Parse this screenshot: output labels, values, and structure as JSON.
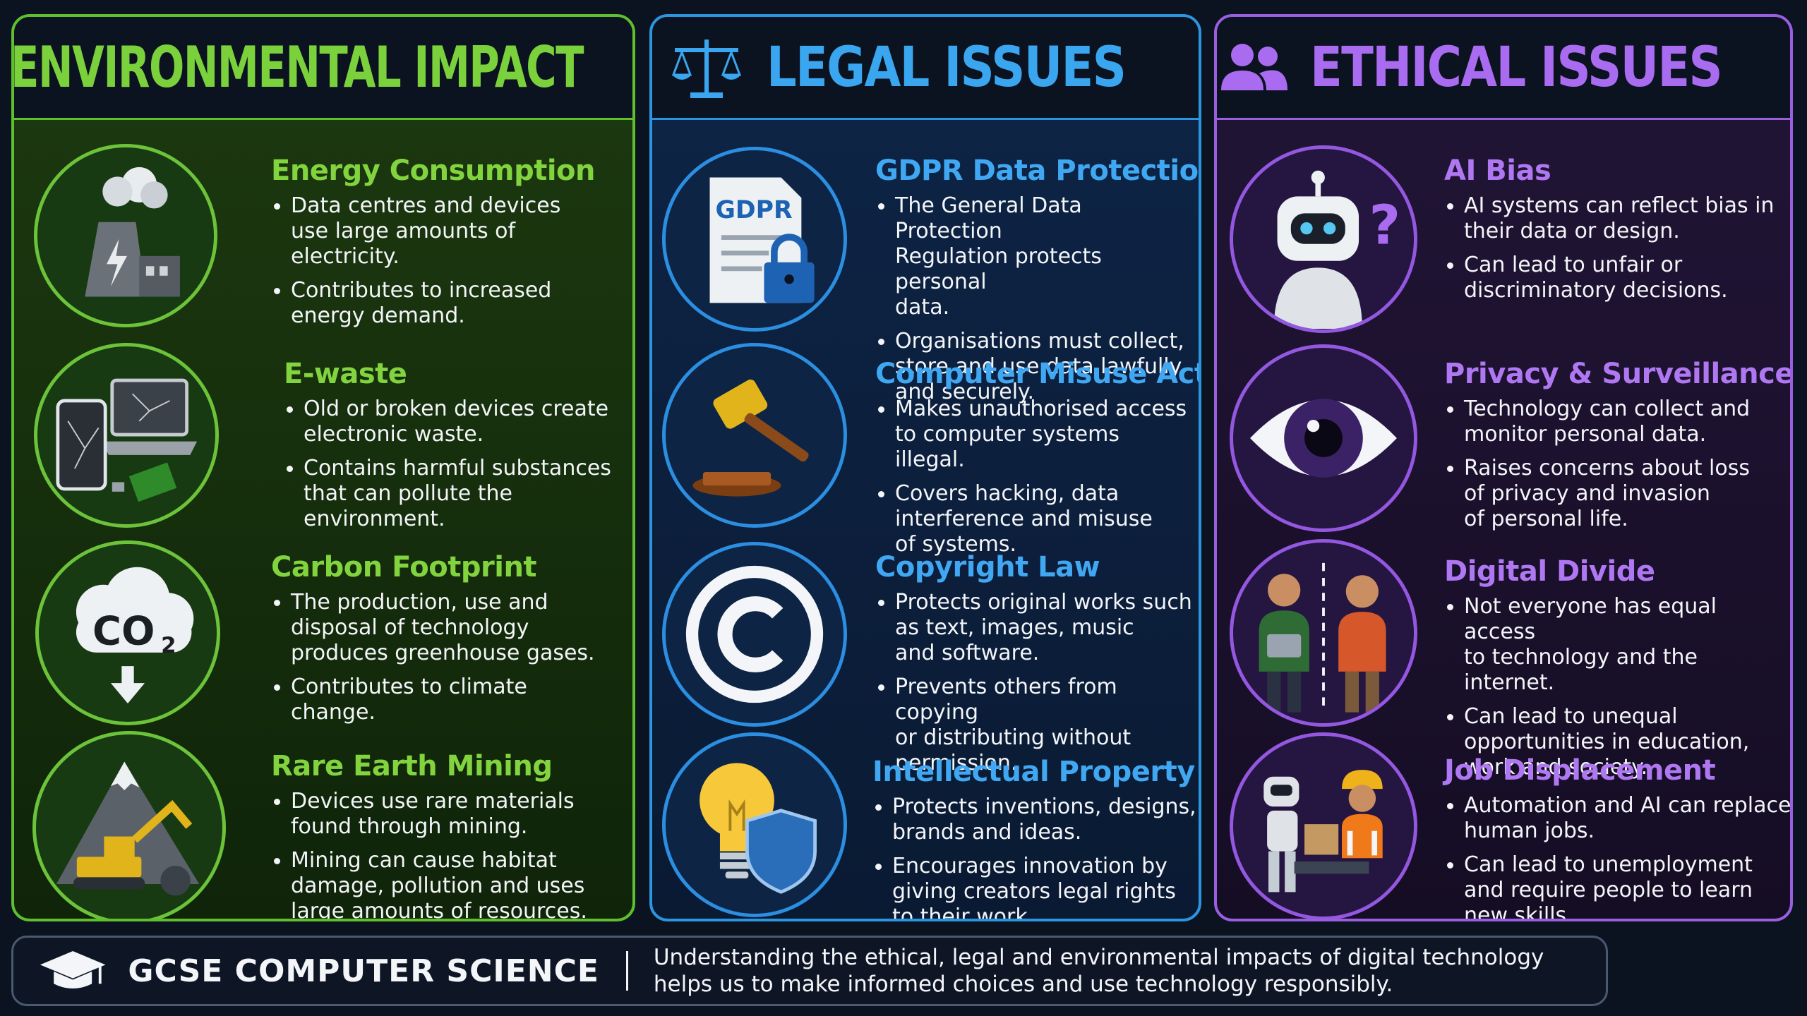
{
  "environmental": {
    "title": "ENVIRONMENTAL IMPACT",
    "icon": "leaf-icon",
    "accent": "#7ad13b",
    "items": [
      {
        "title": "Energy Consumption",
        "icon": "power-station-icon",
        "points": [
          "Data centres and devices\nuse large amounts of\nelectricity.",
          "Contributes to increased\nenergy demand."
        ]
      },
      {
        "title": "E-waste",
        "icon": "broken-devices-icon",
        "points": [
          "Old or broken devices create\nelectronic waste.",
          "Contains harmful substances\nthat can pollute the\nenvironment."
        ]
      },
      {
        "title": "Carbon Footprint",
        "icon": "co2-cloud-icon",
        "badge": "CO",
        "points": [
          "The production, use and\ndisposal of technology\nproduces greenhouse gases.",
          "Contributes to climate\nchange."
        ]
      },
      {
        "title": "Rare Earth Mining",
        "icon": "mining-excavator-icon",
        "points": [
          "Devices use rare materials\nfound through mining.",
          "Mining can cause habitat\ndamage, pollution and uses\nlarge amounts of resources."
        ]
      }
    ]
  },
  "legal": {
    "title": "LEGAL ISSUES",
    "icon": "scales-icon",
    "accent": "#3aa6f0",
    "items": [
      {
        "title": "GDPR Data Protection",
        "icon": "gdpr-document-lock-icon",
        "badge": "GDPR",
        "points": [
          "The General Data Protection\nRegulation protects personal\ndata.",
          "Organisations must collect,\nstore and use data lawfully\nand securely."
        ]
      },
      {
        "title": "Computer Misuse Act",
        "icon": "gavel-icon",
        "points": [
          "Makes unauthorised access\nto computer systems illegal.",
          "Covers hacking, data\ninterference and misuse\nof systems."
        ]
      },
      {
        "title": "Copyright Law",
        "icon": "copyright-icon",
        "points": [
          "Protects original works such\nas text, images, music\nand software.",
          "Prevents others from copying\nor distributing without\npermission."
        ]
      },
      {
        "title": "Intellectual Property",
        "icon": "lightbulb-shield-icon",
        "points": [
          "Protects inventions, designs,\nbrands and ideas.",
          "Encourages innovation by\ngiving creators legal rights\nto their work."
        ]
      }
    ]
  },
  "ethical": {
    "title": "ETHICAL ISSUES",
    "icon": "people-icon",
    "accent": "#a96cf0",
    "items": [
      {
        "title": "AI Bias",
        "icon": "robot-question-icon",
        "points": [
          "AI systems can reflect bias in\ntheir data or design.",
          "Can lead to unfair or\ndiscriminatory decisions."
        ]
      },
      {
        "title": "Privacy & Surveillance",
        "icon": "eye-icon",
        "points": [
          "Technology can collect and\nmonitor personal data.",
          "Raises concerns about loss\nof privacy and invasion\nof personal life."
        ]
      },
      {
        "title": "Digital Divide",
        "icon": "two-people-divide-icon",
        "points": [
          "Not everyone has equal access\nto technology and the internet.",
          "Can lead to unequal\nopportunities in education,\nwork and society."
        ]
      },
      {
        "title": "Job Displacement",
        "icon": "robot-worker-icon",
        "points": [
          "Automation and AI can replace\nhuman jobs.",
          "Can lead to unemployment\nand require people to learn\nnew skills."
        ]
      }
    ]
  },
  "footer": {
    "icon": "graduation-cap-icon",
    "title": "GCSE COMPUTER SCIENCE",
    "text": "Understanding the ethical, legal and environmental impacts of digital technology helps us to make informed choices and use technology responsibly."
  }
}
